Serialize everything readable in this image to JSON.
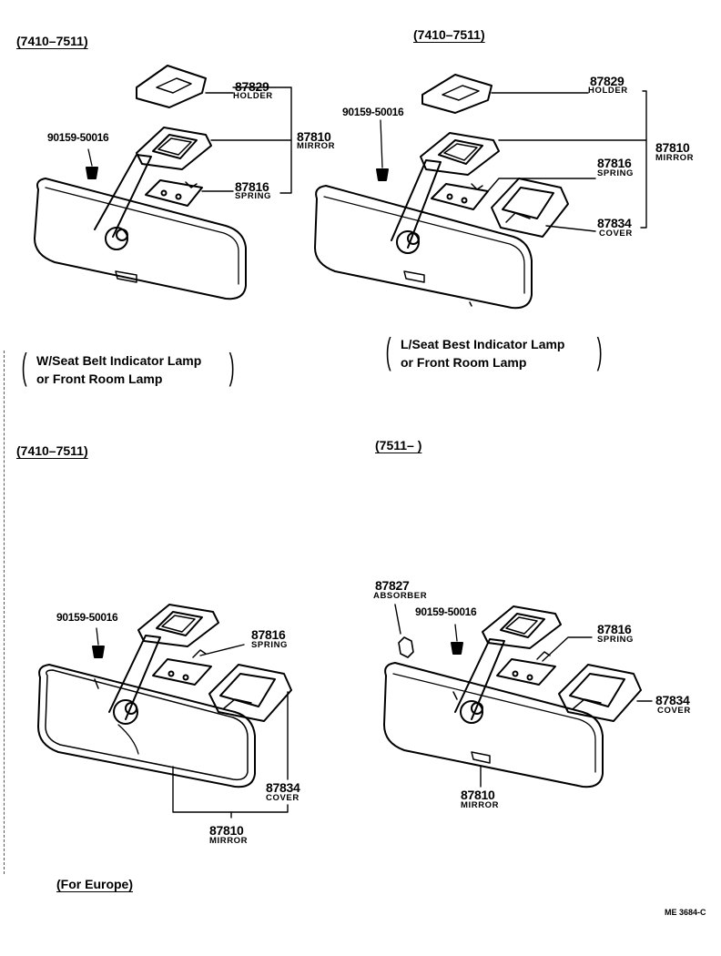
{
  "panels": {
    "tl": {
      "header": "(7410–7511)",
      "holder_no": "87829",
      "holder_name": "HOLDER",
      "bolt_no": "90159-50016",
      "mirror_no": "87810",
      "mirror_name": "MIRROR",
      "spring_no": "87816",
      "spring_name": "SPRING",
      "note_line1": "W/Seat Belt Indicator Lamp",
      "note_line2": "or Front Room Lamp"
    },
    "tr": {
      "header": "(7410–7511)",
      "holder_no": "87829",
      "holder_name": "HOLDER",
      "bolt_no": "90159-50016",
      "mirror_no": "87810",
      "mirror_name": "MIRROR",
      "spring_no": "87816",
      "spring_name": "SPRING",
      "cover_no": "87834",
      "cover_name": "COVER",
      "note_line1": "L/Seat Best Indicator Lamp",
      "note_line2": "or Front Room Lamp"
    },
    "bl": {
      "header": "(7410–7511)",
      "bolt_no": "90159-50016",
      "spring_no": "87816",
      "spring_name": "SPRING",
      "cover_no": "87834",
      "cover_name": "COVER",
      "mirror_no": "87810",
      "mirror_name": "MIRROR",
      "note": "(For Europe)"
    },
    "br": {
      "header": "(7511–       )",
      "absorber_no": "87827",
      "absorber_name": "ABSORBER",
      "bolt_no": "90159-50016",
      "spring_no": "87816",
      "spring_name": "SPRING",
      "cover_no": "87834",
      "cover_name": "COVER",
      "mirror_no": "87810",
      "mirror_name": "MIRROR"
    }
  },
  "footer_code": "ME 3684-C"
}
